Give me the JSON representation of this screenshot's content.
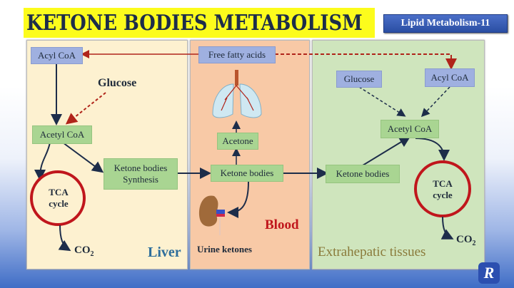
{
  "title": "KETONE BODIES METABOLISM",
  "badge": "Lipid Metabolism-11",
  "panels": {
    "liver": {
      "label": "Liver",
      "acyl_coa": "Acyl CoA",
      "glucose": "Glucose",
      "acetyl_coa": "Acetyl CoA",
      "synthesis_line1": "Ketone bodies",
      "synthesis_line2": "Synthesis",
      "tca_line1": "TCA",
      "tca_line2": "cycle",
      "co2": "CO",
      "co2_sub": "2"
    },
    "blood": {
      "label": "Blood",
      "ffa": "Free fatty acids",
      "acetone": "Acetone",
      "ketone_bodies": "Ketone bodies",
      "urine": "Urine ketones"
    },
    "extra": {
      "label": "Extrahepatic tissues",
      "glucose": "Glucose",
      "acyl_coa": "Acyl CoA",
      "acetyl_coa": "Acetyl CoA",
      "ketone_bodies": "Ketone bodies",
      "tca_line1": "TCA",
      "tca_line2": "cycle",
      "co2": "CO",
      "co2_sub": "2"
    }
  },
  "logo": "R",
  "colors": {
    "title_bg": "#fcfc1c",
    "badge_bg": "#2a4ea3",
    "liver_bg": "#fdf1d0",
    "blood_bg": "#f8c9a6",
    "extra_bg": "#cfe5bd",
    "tca_ring": "#c0161c",
    "liver_label": "#2d6d9b",
    "blood_label": "#c0161c",
    "extra_label": "#8a7a3a"
  }
}
